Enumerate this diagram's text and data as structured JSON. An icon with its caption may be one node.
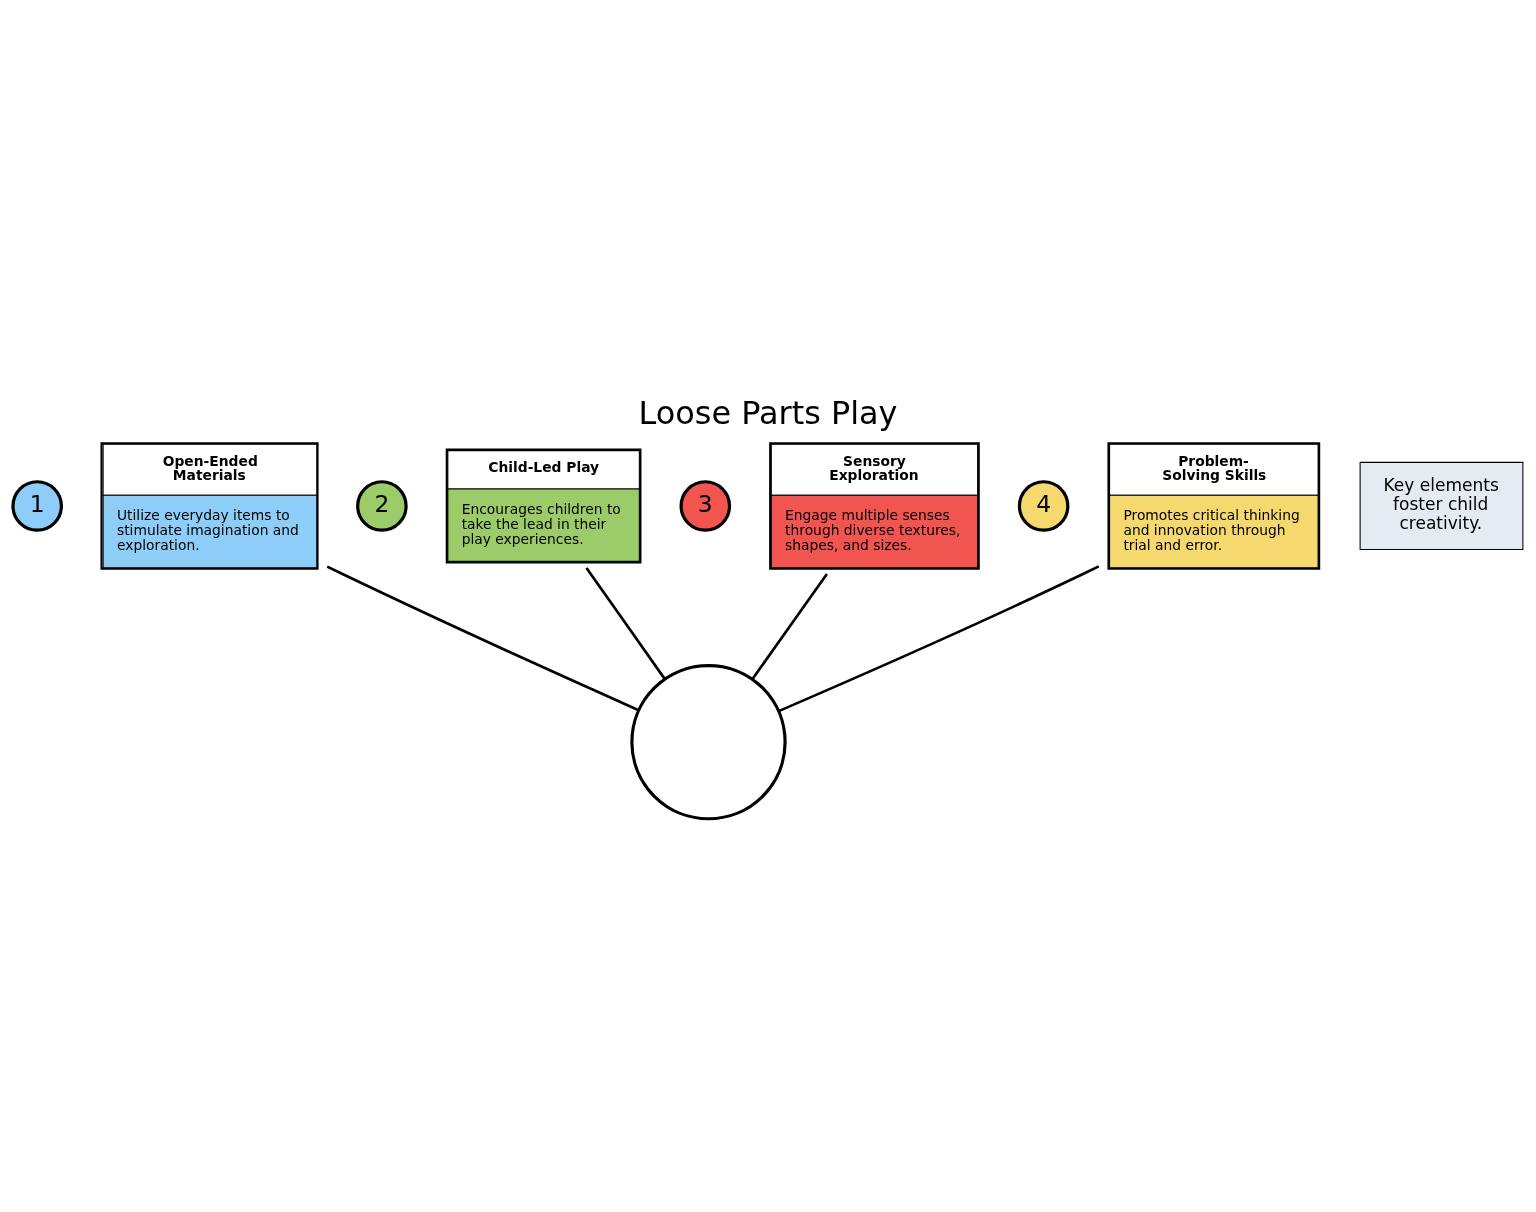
{
  "diagram": {
    "title": "Loose Parts Play",
    "nodes": [
      {
        "text": [
          "1"
        ]
      },
      {
        "text": [
          "Open-Ended Materials",
          "Utilize everyday items to stimulate imagination and exploration."
        ]
      },
      {
        "text": [
          "2"
        ]
      },
      {
        "text": [
          "Child-Led Play",
          "Encourages children to take the lead in their play experiences."
        ]
      },
      {
        "text": [
          "3"
        ]
      },
      {
        "text": [
          "Sensory Exploration",
          "Engage multiple senses through diverse textures, shapes, and sizes."
        ]
      },
      {
        "text": [
          "4"
        ]
      },
      {
        "text": [
          "Problem-Solving Skills",
          "Promotes critical thinking and innovation through trial and error."
        ]
      },
      {
        "text": [
          "Key elements foster child creativity."
        ]
      },
      {
        "text": [],
        "shape": "circle"
      }
    ],
    "edges": [
      {
        "from": 1,
        "to": 9,
        "arrow": "none"
      },
      {
        "from": 3,
        "to": 9,
        "arrow": "none"
      },
      {
        "from": 5,
        "to": 9,
        "arrow": "none"
      },
      {
        "from": 7,
        "to": 9,
        "arrow": "none"
      }
    ]
  }
}
